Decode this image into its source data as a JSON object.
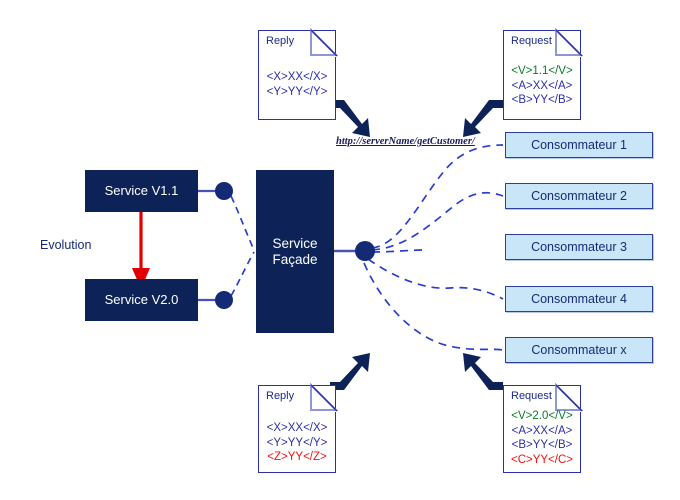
{
  "diagram": {
    "title": "Service Facade",
    "colors": {
      "service_box_fill": "#0d2357",
      "service_box_text": "#ffffff",
      "consumer_fill": "#c9e6f8",
      "consumer_border": "#2b3fa0",
      "consumer_text": "#152a75",
      "doc_border": "#2b2fa8",
      "doc_text_blue": "#2b2fa8",
      "doc_text_green": "#0b7a2a",
      "doc_text_red": "#f01010",
      "evolution_arrow": "#e00000",
      "connector": "#2b2fa8",
      "background": "#ffffff"
    }
  },
  "services": [
    {
      "label": "Service V1.1",
      "name": "service-v1-1"
    },
    {
      "label": "Service V2.0",
      "name": "service-v2-0"
    }
  ],
  "facade": {
    "line1": "Service",
    "line2": "Façade"
  },
  "evolution": {
    "label": "Evolution"
  },
  "endpoint": {
    "url": "http://serverName/getCustomer/"
  },
  "consumers": [
    {
      "label": "Consommateur 1"
    },
    {
      "label": "Consommateur 2"
    },
    {
      "label": "Consommateur 3"
    },
    {
      "label": "Consommateur 4"
    },
    {
      "label": "Consommateur x"
    }
  ],
  "documents": [
    {
      "id": "reply-top",
      "title": "Reply",
      "lines": [
        {
          "text": "<X>XX</X>",
          "color": "blue"
        },
        {
          "text": "<Y>YY</Y>",
          "color": "blue"
        }
      ]
    },
    {
      "id": "request-top",
      "title": "Request",
      "lines": [
        {
          "text": "<V>1.1</V>",
          "color": "green"
        },
        {
          "text": "<A>XX</A>",
          "color": "blue"
        },
        {
          "text": "<B>YY</B>",
          "color": "blue"
        }
      ]
    },
    {
      "id": "reply-bottom",
      "title": "Reply",
      "lines": [
        {
          "text": "<X>XX</X>",
          "color": "blue"
        },
        {
          "text": "<Y>YY</Y>",
          "color": "blue"
        },
        {
          "text": "<Z>YY</Z>",
          "color": "red"
        }
      ]
    },
    {
      "id": "request-bottom",
      "title": "Request",
      "lines": [
        {
          "text": "<V>2.0</V>",
          "color": "green"
        },
        {
          "text": "<A>XX</A>",
          "color": "blue"
        },
        {
          "text": "<B>YY</B>",
          "color": "blue"
        },
        {
          "text": "<C>YY</C>",
          "color": "red"
        }
      ]
    }
  ],
  "arrows": [
    {
      "name": "block-arrow-reply-in",
      "direction": "down-right"
    },
    {
      "name": "block-arrow-request-in",
      "direction": "down-left"
    },
    {
      "name": "block-arrow-reply-out",
      "direction": "up-right"
    },
    {
      "name": "block-arrow-request-out",
      "direction": "up-left"
    }
  ]
}
